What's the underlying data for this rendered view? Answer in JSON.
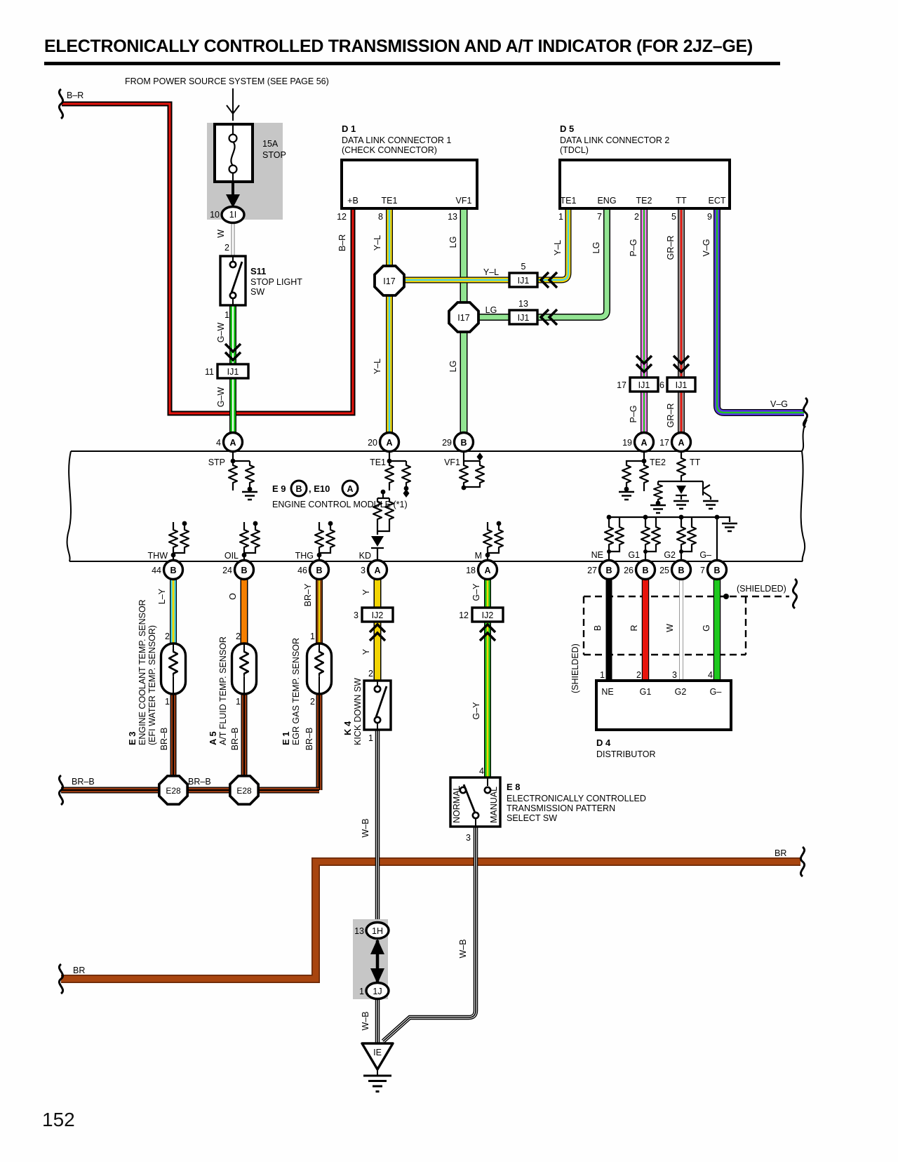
{
  "page": {
    "title": "ELECTRONICALLY CONTROLLED TRANSMISSION AND A/T INDICATOR (FOR 2JZ–GE)",
    "source_note": "FROM POWER SOURCE SYSTEM (SEE PAGE 56)",
    "number": "152"
  },
  "wires": {
    "b_r": "B–R",
    "y_l": "Y–L",
    "lg": "LG",
    "p_g": "P–G",
    "gr_r": "GR–R",
    "v_g": "V–G",
    "g_w": "G–W",
    "w": "W",
    "w_b": "W–B",
    "l_y": "L–Y",
    "o": "O",
    "br_y": "BR–Y",
    "y": "Y",
    "g_y": "G–Y",
    "br_b": "BR–B",
    "br": "BR",
    "b": "B",
    "r": "R",
    "g": "G"
  },
  "colors": {
    "red": "#e8150d",
    "yellow": "#f2d403",
    "cyan": "#43d3e8",
    "light_green": "#92e492",
    "pink": "#f783f3",
    "green": "#1ec81e",
    "gray": "#9e9391",
    "violet": "#5a35e8",
    "orange": "#f57f00",
    "brown": "#8a4010",
    "brown_main": "#a8450f",
    "black": "#000000",
    "white": "#ffffff"
  },
  "fuse": {
    "rating": "15A",
    "name": "STOP",
    "conn_num": "10",
    "conn_id": "1I"
  },
  "s11": {
    "code": "S11",
    "name1": "STOP LIGHT",
    "name2": "SW",
    "pin_top": "2",
    "pin_bottom": "1"
  },
  "junctions": {
    "i17": "I17",
    "ij1": "IJ1",
    "ij2": "IJ2",
    "e28": "E28",
    "ij1_11": "11",
    "ij1_5": "5",
    "ij1_13": "13",
    "ij1_17": "17",
    "ij1_6": "6",
    "ij2_3": "3",
    "ij2_12": "12",
    "h1_num": "13",
    "h1_id": "1H",
    "j1_num": "1",
    "j1_id": "1J"
  },
  "d1": {
    "code": "D 1",
    "name": "DATA LINK CONNECTOR 1",
    "sub": "(CHECK CONNECTOR)",
    "pins": [
      {
        "label": "+B",
        "num": "12"
      },
      {
        "label": "TE1",
        "num": "8"
      },
      {
        "label": "VF1",
        "num": "13"
      }
    ]
  },
  "d5": {
    "code": "D 5",
    "name": "DATA LINK CONNECTOR 2",
    "sub": "(TDCL)",
    "pins": [
      {
        "label": "TE1",
        "num": "1"
      },
      {
        "label": "ENG",
        "num": "7"
      },
      {
        "label": "TE2",
        "num": "2"
      },
      {
        "label": "TT",
        "num": "5"
      },
      {
        "label": "ECT",
        "num": "9"
      }
    ]
  },
  "ecm": {
    "code1": "E 9",
    "letter1": "B",
    "code2": ", E10",
    "letter2": "A",
    "name": "ENGINE CONTROL MODULE (*1)",
    "top_pins": [
      {
        "num": "4",
        "letter": "A",
        "label": "STP"
      },
      {
        "num": "20",
        "letter": "A",
        "label": "TE1"
      },
      {
        "num": "29",
        "letter": "B",
        "label": "VF1"
      },
      {
        "num": "19",
        "letter": "A",
        "label": "TE2"
      },
      {
        "num": "17",
        "letter": "A",
        "label": "TT"
      }
    ],
    "bottom_pins": [
      {
        "num": "44",
        "letter": "B",
        "label": "THW"
      },
      {
        "num": "24",
        "letter": "B",
        "label": "OIL"
      },
      {
        "num": "46",
        "letter": "B",
        "label": "THG"
      },
      {
        "num": "3",
        "letter": "A",
        "label": "KD"
      },
      {
        "num": "18",
        "letter": "A",
        "label": "M"
      },
      {
        "num": "27",
        "letter": "B",
        "label": "NE"
      },
      {
        "num": "26",
        "letter": "B",
        "label": "G1"
      },
      {
        "num": "25",
        "letter": "B",
        "label": "G2"
      },
      {
        "num": "7",
        "letter": "B",
        "label": "G–"
      }
    ]
  },
  "sensors": {
    "e3": {
      "code": "E 3",
      "name1": "ENGINE COOLANT TEMP. SENSOR",
      "name2": "(EFI WATER TEMP. SENSOR)",
      "pin_top": "2",
      "pin_bottom": "1"
    },
    "a5": {
      "code": "A 5",
      "name1": "A/T FLUID TEMP. SENSOR",
      "pin_top": "2",
      "pin_bottom": "1"
    },
    "e1": {
      "code": "E 1",
      "name1": "EGR GAS TEMP. SENSOR",
      "pin_top": "1",
      "pin_bottom": "2"
    }
  },
  "k4": {
    "code": "K 4",
    "name": "KICK DOWN SW",
    "pin_top": "2",
    "pin_bottom": "1"
  },
  "e8": {
    "code": "E 8",
    "name1": "ELECTRONICALLY CONTROLLED",
    "name2": "TRANSMISSION PATTERN",
    "name3": "SELECT SW",
    "left": "NORMAL",
    "right": "MANUAL",
    "pin_top": "4",
    "pin_bottom": "3"
  },
  "d4": {
    "code": "D 4",
    "name": "DISTRIBUTOR",
    "pins": [
      {
        "label": "NE",
        "num": "1"
      },
      {
        "label": "G1",
        "num": "2"
      },
      {
        "label": "G2",
        "num": "3"
      },
      {
        "label": "G–",
        "num": "4"
      }
    ]
  },
  "shield": {
    "label": "(SHIELDED)"
  },
  "ie_ground": {
    "label": "IE"
  }
}
